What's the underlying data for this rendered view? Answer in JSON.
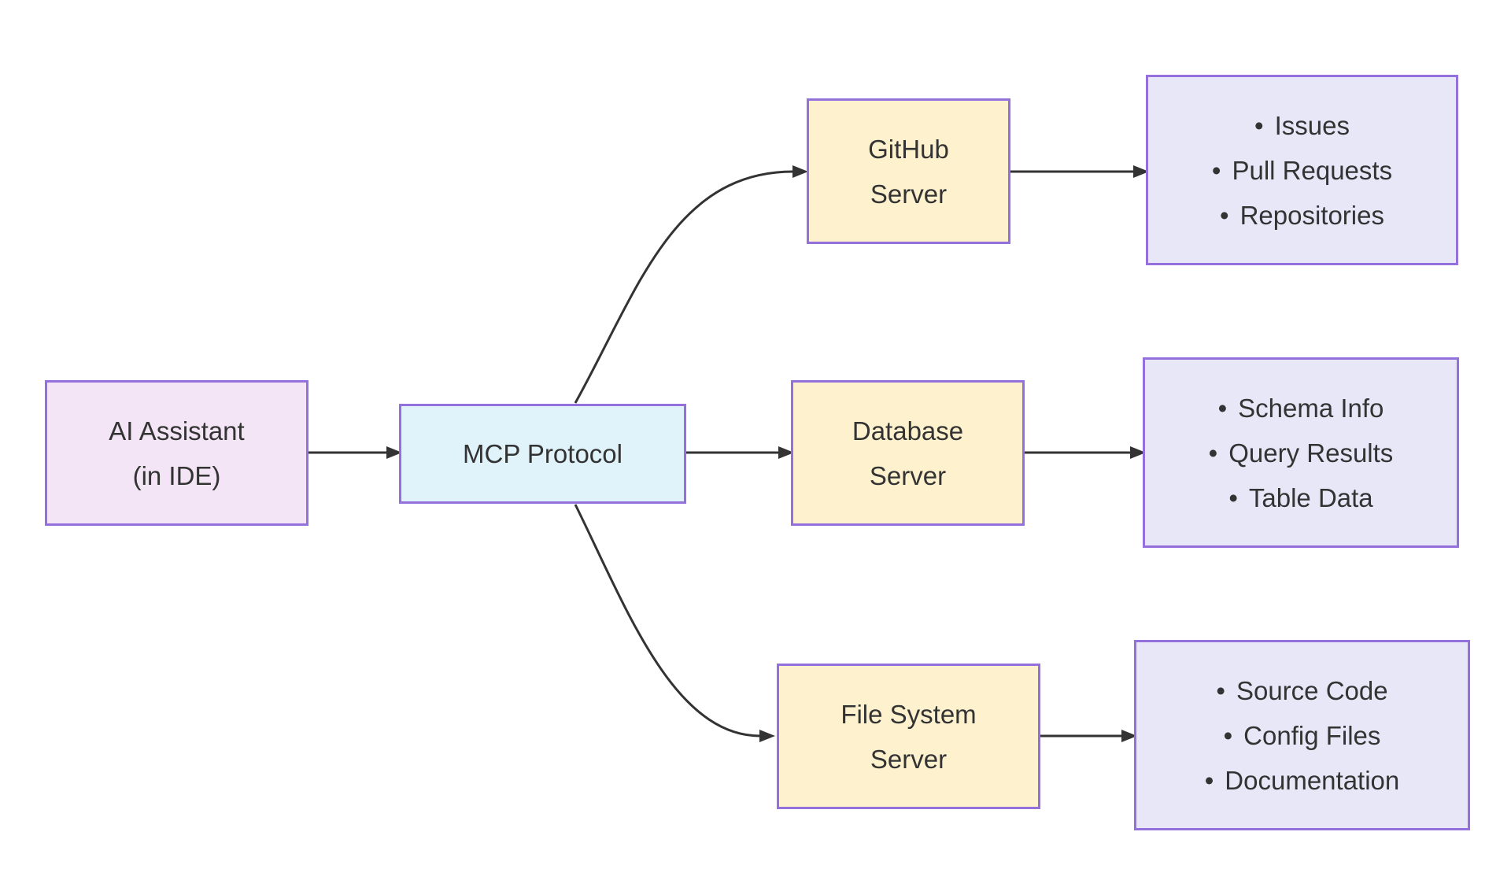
{
  "colors": {
    "canvas-bg": "#ffffff",
    "text-color": "#333333",
    "edge-color": "#333333",
    "border-purple": "#9370db",
    "pink-fill": "#f3e5f5",
    "blue-fill": "#e0f3fb",
    "yellow-fill": "#fdf1ce",
    "lavender-fill": "#e8e7f8"
  },
  "diagram": {
    "bullet": "•",
    "nodes": {
      "ai_assistant": {
        "lines": [
          "AI Assistant",
          "(in IDE)"
        ]
      },
      "mcp_protocol": {
        "lines": [
          "MCP Protocol"
        ]
      },
      "github_server": {
        "lines": [
          "GitHub",
          "Server"
        ]
      },
      "database_server": {
        "lines": [
          "Database",
          "Server"
        ]
      },
      "file_system_server": {
        "lines": [
          "File System",
          "Server"
        ]
      },
      "github_resources": {
        "items": [
          "Issues",
          "Pull Requests",
          "Repositories"
        ]
      },
      "database_resources": {
        "items": [
          "Schema Info",
          "Query Results",
          "Table Data"
        ]
      },
      "file_system_resources": {
        "items": [
          "Source Code",
          "Config Files",
          "Documentation"
        ]
      }
    },
    "edges": [
      {
        "from": "ai_assistant",
        "to": "mcp_protocol"
      },
      {
        "from": "mcp_protocol",
        "to": "github_server"
      },
      {
        "from": "mcp_protocol",
        "to": "database_server"
      },
      {
        "from": "mcp_protocol",
        "to": "file_system_server"
      },
      {
        "from": "github_server",
        "to": "github_resources"
      },
      {
        "from": "database_server",
        "to": "database_resources"
      },
      {
        "from": "file_system_server",
        "to": "file_system_resources"
      }
    ]
  }
}
